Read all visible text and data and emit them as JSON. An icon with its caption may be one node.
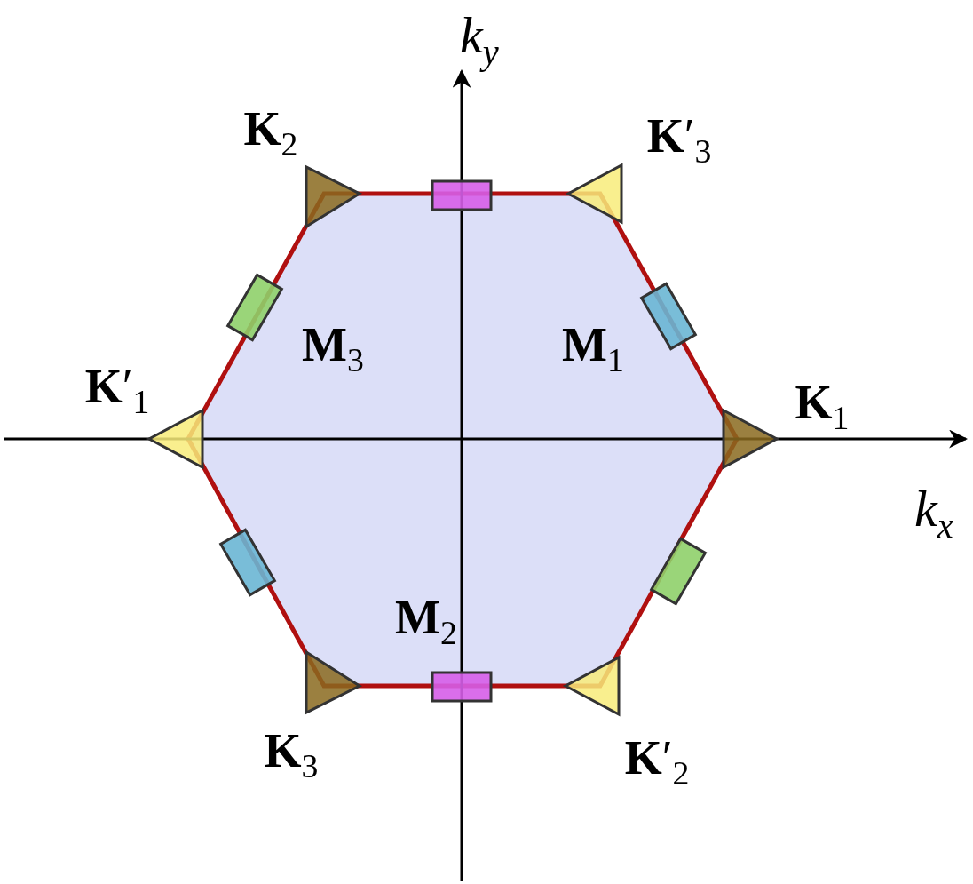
{
  "diagram": {
    "labels": [
      "k$_{y}$",
      "**K**$_{2}$",
      "**K**′$_{3}$",
      "**M**$_{3}$",
      "**M**$_{1}$",
      "**K**′$_{1}$",
      "**K**$_{1}$",
      "k$_{x}$",
      "**M**$_{2}$",
      "**K**$_{3}$",
      "**K**′$_{2}$"
    ]
  }
}
